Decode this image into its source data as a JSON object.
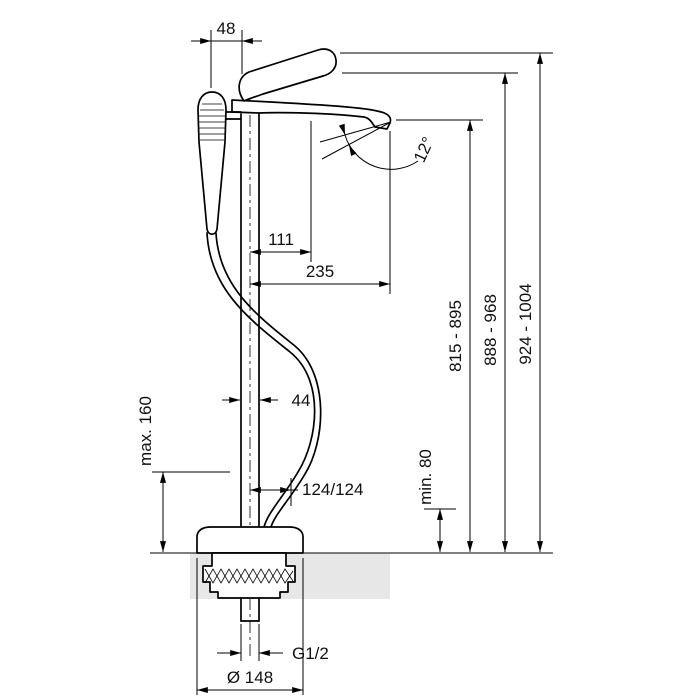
{
  "drawing": {
    "kind": "freestanding-bath-mixer-dimension-drawing",
    "colors": {
      "background": "#ffffff",
      "line": "#000000",
      "floor_fill": "#e7e7e7",
      "text": "#111111"
    }
  },
  "dimensions": {
    "top_offset": "48",
    "spout_angle": "12°",
    "outlet_offset": "111",
    "spout_reach": "235",
    "pipe_width": "44",
    "hose_clearance_max": "max. 160",
    "connection_offsets": "124/124",
    "floor_clearance_min": "min. 80",
    "height_outlet": "815 - 895",
    "height_mid": "888 - 968",
    "height_total": "924 - 1004",
    "thread": "G1/2",
    "base_diameter": "Ø 148"
  }
}
